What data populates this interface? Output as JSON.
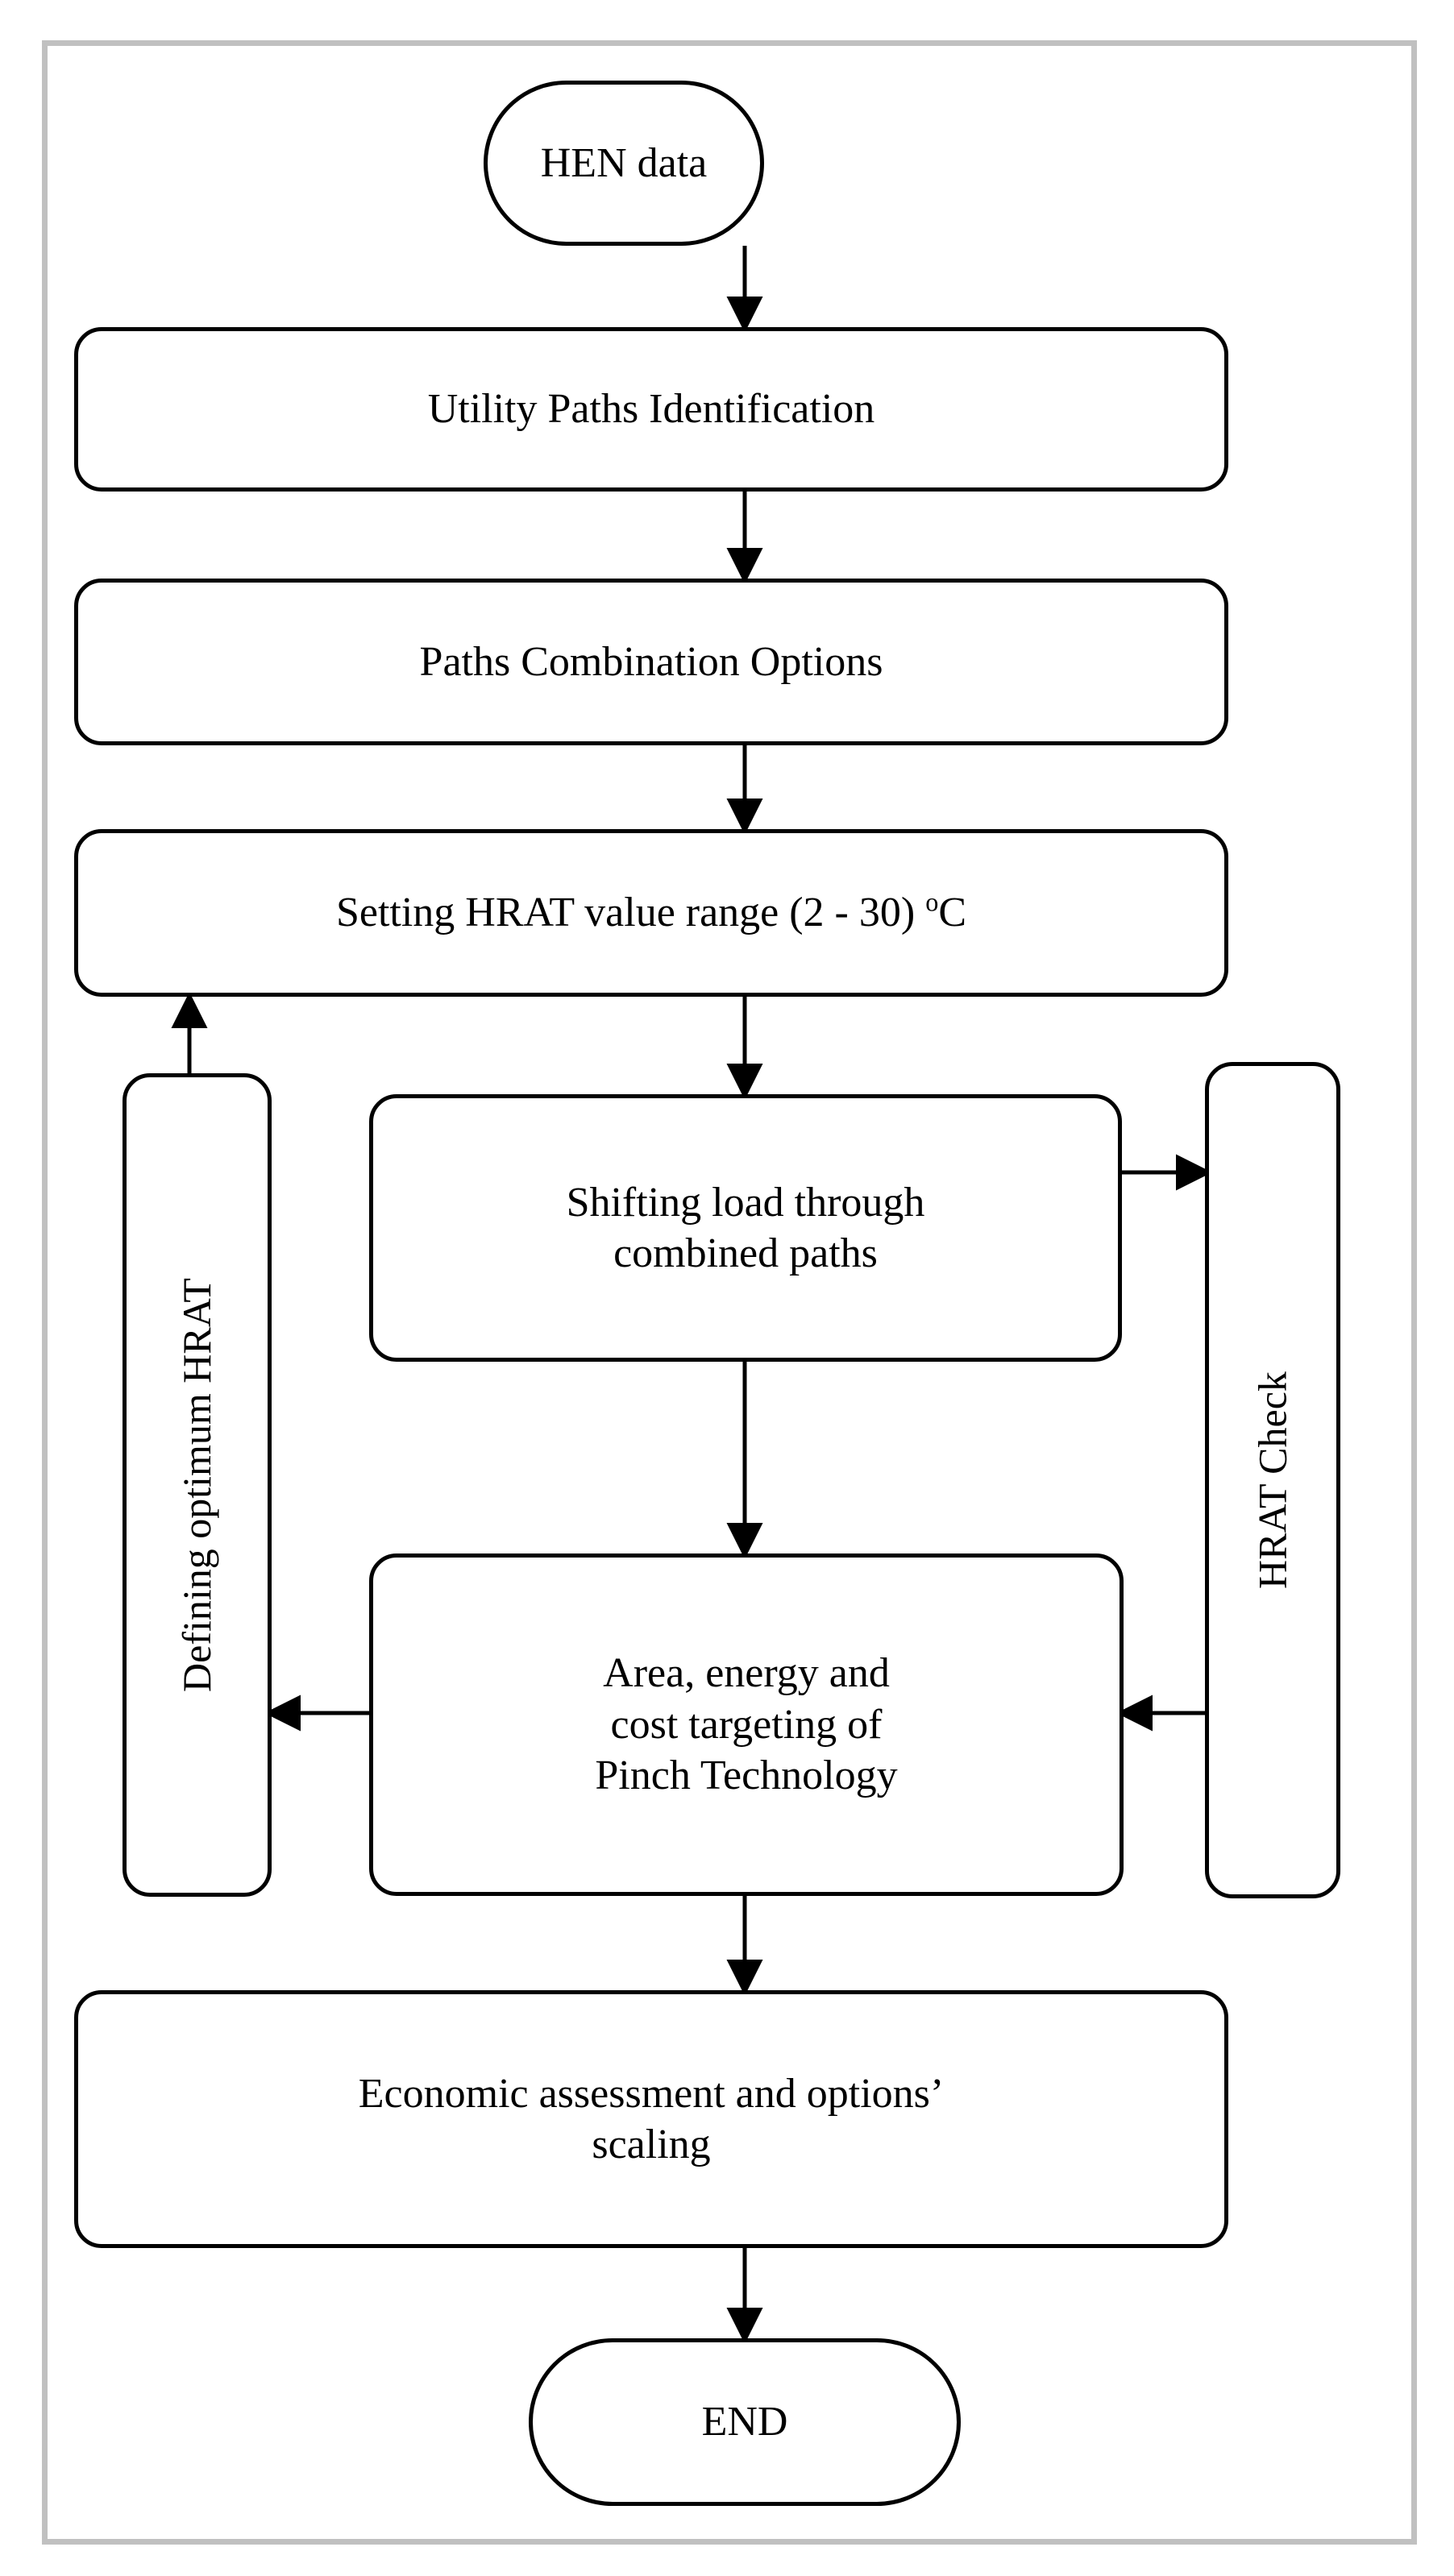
{
  "diagram": {
    "title": "HEN retrofit methodology flowchart",
    "frame_color": "#c0c0c0",
    "line_color": "#000000",
    "background": "#ffffff",
    "nodes": [
      {
        "id": "start",
        "shape": "stadium",
        "label": "HEN data"
      },
      {
        "id": "utility",
        "shape": "rounded-rect",
        "label": "Utility Paths Identification"
      },
      {
        "id": "combo",
        "shape": "rounded-rect",
        "label": "Paths Combination Options"
      },
      {
        "id": "hrat_set",
        "shape": "rounded-rect",
        "label_prefix": "Setting HRAT value range (2 - 30) ",
        "label_sup": "o",
        "label_suffix": "C",
        "label": "Setting HRAT value range (2 - 30) oC"
      },
      {
        "id": "shifting",
        "shape": "rounded-rect",
        "label_line1": "Shifting load through",
        "label_line2": "combined paths",
        "label": "Shifting load through combined paths"
      },
      {
        "id": "hrat_check",
        "shape": "rounded-rect",
        "orientation": "vertical",
        "label": "HRAT Check"
      },
      {
        "id": "defining",
        "shape": "rounded-rect",
        "orientation": "vertical",
        "label": "Defining optimum HRAT"
      },
      {
        "id": "targeting",
        "shape": "rounded-rect",
        "label_line1": "Area, energy and",
        "label_line2": "cost targeting of",
        "label_line3": "Pinch Technology",
        "label": "Area, energy and cost targeting of Pinch Technology"
      },
      {
        "id": "economic",
        "shape": "rounded-rect",
        "label_line1": "Economic assessment and options’",
        "label_line2": "scaling",
        "label": "Economic assessment and options’ scaling"
      },
      {
        "id": "end",
        "shape": "stadium",
        "label": "END"
      }
    ],
    "edges": [
      {
        "from": "start",
        "to": "utility",
        "direction": "down"
      },
      {
        "from": "utility",
        "to": "combo",
        "direction": "down"
      },
      {
        "from": "combo",
        "to": "hrat_set",
        "direction": "down"
      },
      {
        "from": "hrat_set",
        "to": "shifting",
        "direction": "down"
      },
      {
        "from": "shifting",
        "to": "hrat_check",
        "direction": "right"
      },
      {
        "from": "shifting",
        "to": "targeting",
        "direction": "down"
      },
      {
        "from": "hrat_check",
        "to": "targeting",
        "direction": "left"
      },
      {
        "from": "targeting",
        "to": "defining",
        "direction": "left"
      },
      {
        "from": "defining",
        "to": "hrat_set",
        "direction": "up"
      },
      {
        "from": "targeting",
        "to": "economic",
        "direction": "down"
      },
      {
        "from": "economic",
        "to": "end",
        "direction": "down"
      }
    ]
  }
}
